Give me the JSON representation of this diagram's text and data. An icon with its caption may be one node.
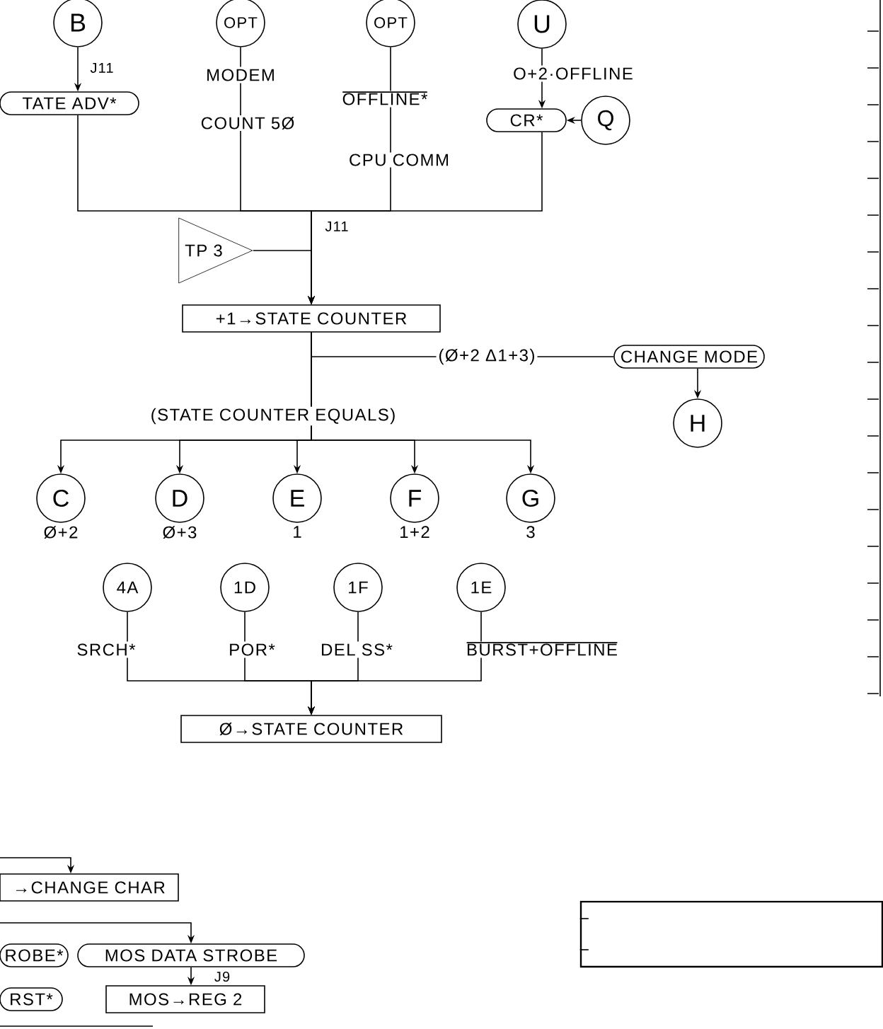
{
  "diagram": {
    "nodes": [
      {
        "text": [
          "B"
        ]
      },
      {
        "text": [
          "OPT"
        ]
      },
      {
        "text": [
          "OPT"
        ]
      },
      {
        "text": [
          "U"
        ]
      },
      {
        "text": [
          "TATE ADV*"
        ]
      },
      {
        "text": [
          "CR*"
        ]
      },
      {
        "text": [
          "Q"
        ]
      },
      {
        "text": [
          "TP 3"
        ]
      },
      {
        "text": [
          "+1→STATE COUNTER"
        ]
      },
      {
        "text": [
          "CHANGE MODE"
        ]
      },
      {
        "text": [
          "H"
        ]
      },
      {
        "text": [
          "C"
        ],
        "beside": [
          "Ø+2"
        ]
      },
      {
        "text": [
          "D"
        ],
        "beside": [
          "Ø+3"
        ]
      },
      {
        "text": [
          "E"
        ],
        "beside": [
          "1"
        ]
      },
      {
        "text": [
          "F"
        ],
        "beside": [
          "1+2"
        ]
      },
      {
        "text": [
          "G"
        ],
        "beside": [
          "3"
        ]
      },
      {
        "text": [
          "4A"
        ]
      },
      {
        "text": [
          "1D"
        ]
      },
      {
        "text": [
          "1F"
        ]
      },
      {
        "text": [
          "1E"
        ]
      },
      {
        "text": [
          "Ø→STATE COUNTER"
        ]
      },
      {
        "text": [
          "→CHANGE CHAR"
        ]
      },
      {
        "text": [
          "ROBE*"
        ]
      },
      {
        "text": [
          "MOS DATA STROBE"
        ]
      },
      {
        "text": [
          "RST*"
        ]
      },
      {
        "text": [
          "MOS→REG 2"
        ]
      },
      {
        "text": [],
        "shape": "box"
      }
    ],
    "edges": [
      {
        "from": 0,
        "to": 4,
        "arrow": "to"
      },
      {
        "from": 4,
        "to": 8,
        "arrow": "to"
      },
      {
        "from": 1,
        "to": 8,
        "arrow": "to",
        "label": "MODEM"
      },
      {
        "from": 2,
        "to": 8,
        "arrow": "to",
        "label": "OFFLINE*"
      },
      {
        "from": 3,
        "to": 5,
        "arrow": "to",
        "label": "O+2·OFFLINE"
      },
      {
        "from": 6,
        "to": 5,
        "arrow": "to"
      },
      {
        "from": 5,
        "to": 8,
        "arrow": "to"
      },
      {
        "from": 7,
        "to": 8,
        "arrow": "to"
      },
      {
        "from": 8,
        "to": 9,
        "arrow": "none",
        "label": "(Ø+2 Δ1+3)"
      },
      {
        "from": 9,
        "to": 10,
        "arrow": "to"
      },
      {
        "from": 8,
        "to": 11,
        "arrow": "to"
      },
      {
        "from": 8,
        "to": 12,
        "arrow": "to"
      },
      {
        "from": 8,
        "to": 13,
        "arrow": "to"
      },
      {
        "from": 8,
        "to": 14,
        "arrow": "to"
      },
      {
        "from": 8,
        "to": 15,
        "arrow": "to"
      },
      {
        "from": 16,
        "to": 20,
        "arrow": "to",
        "label": "SRCH*"
      },
      {
        "from": 17,
        "to": 20,
        "arrow": "to",
        "label": "POR*"
      },
      {
        "from": 18,
        "to": 20,
        "arrow": "to",
        "label": "DEL SS*"
      },
      {
        "from": 19,
        "to": 20,
        "arrow": "to",
        "label": "BURST+OFFLINE"
      },
      {
        "from": null,
        "to": 21,
        "arrow": "to"
      },
      {
        "from": null,
        "to": 23,
        "arrow": "to"
      },
      {
        "from": 23,
        "to": 25,
        "arrow": "to"
      }
    ],
    "labels": [
      "J11",
      "COUNT 5Ø",
      "CPU COMM",
      "J11",
      "(STATE COUNTER EQUALS)",
      "J9"
    ]
  }
}
